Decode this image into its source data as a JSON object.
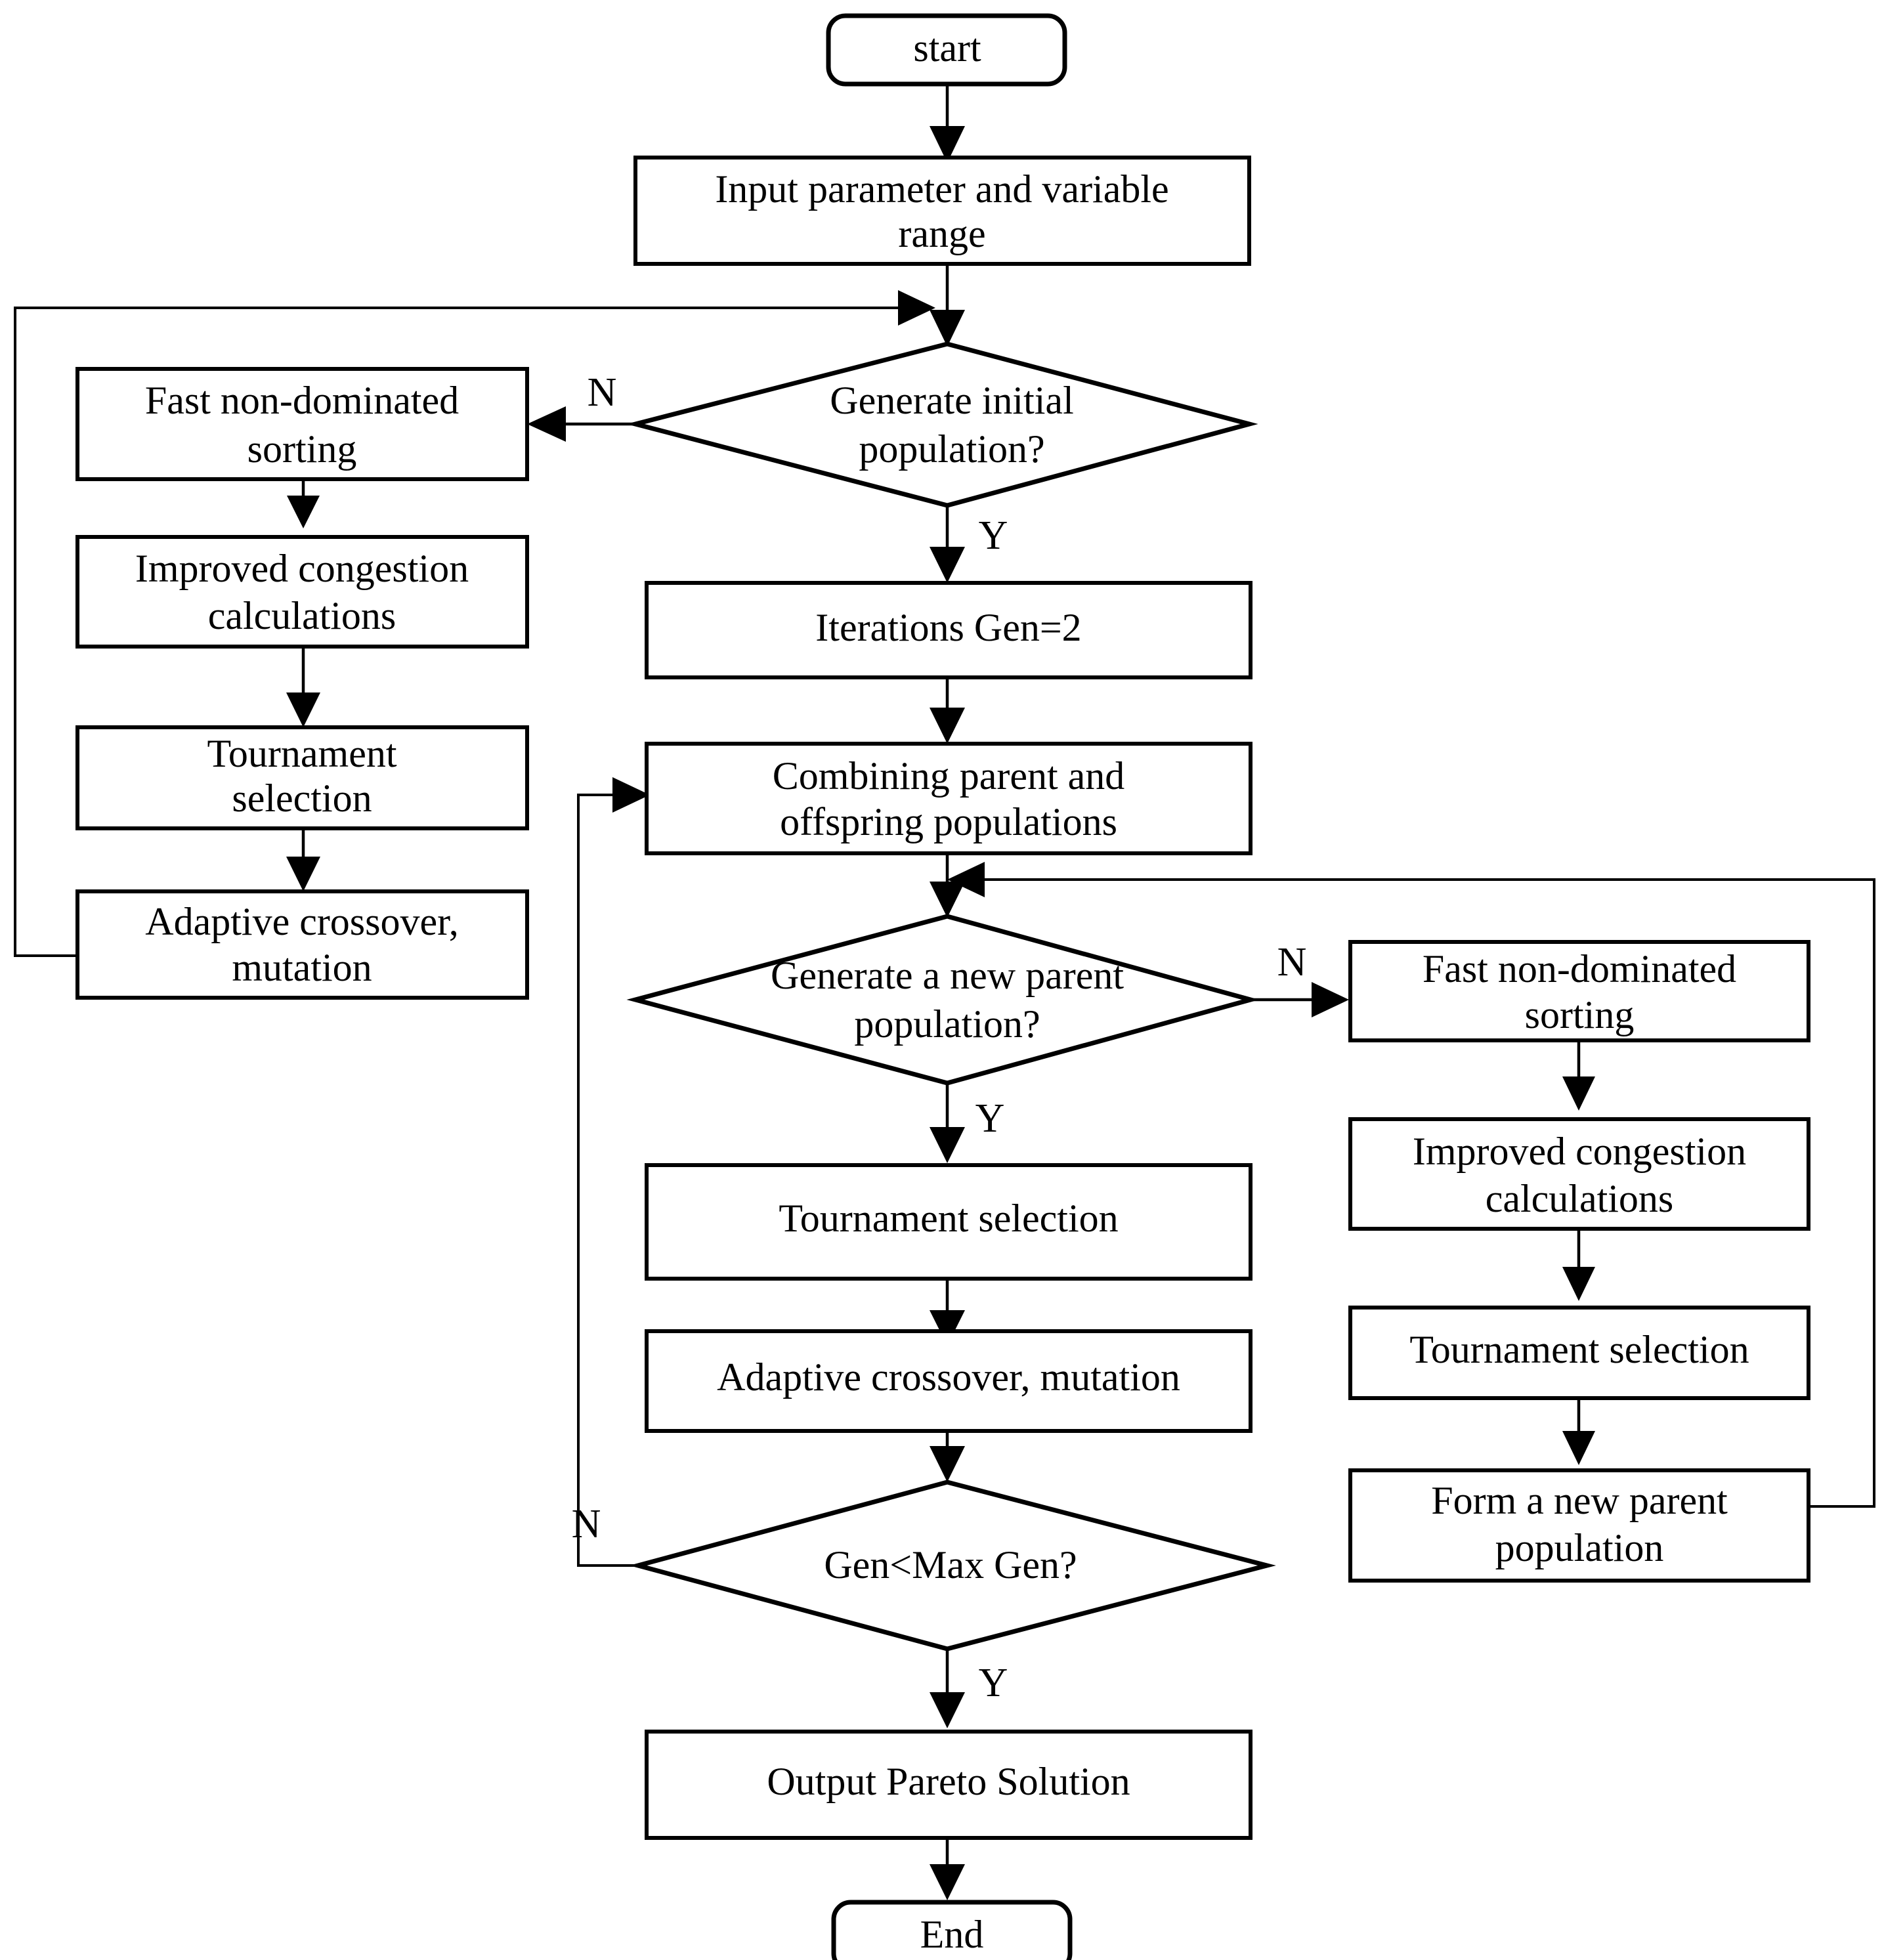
{
  "diagram": {
    "title": "NSGA-II improved multi-objective optimization flowchart",
    "type": "flowchart",
    "colors": {
      "stroke": "#000000",
      "fill": "#ffffff",
      "text": "#000000"
    },
    "nodes": {
      "start": {
        "label": "start",
        "shape": "rounded-terminator"
      },
      "input_parameters": {
        "label_line1": "Input parameter and variable",
        "label_line2": "range",
        "shape": "process"
      },
      "generate_initial_population": {
        "label_line1": "Generate initial",
        "label_line2": "population?",
        "shape": "decision"
      },
      "left_fast_sorting": {
        "label_line1": "Fast non-dominated",
        "label_line2": "sorting",
        "shape": "process"
      },
      "left_congestion": {
        "label_line1": "Improved congestion",
        "label_line2": "calculations",
        "shape": "process"
      },
      "left_tournament": {
        "label_line1": "Tournament",
        "label_line2": "selection",
        "shape": "process"
      },
      "left_crossover": {
        "label_line1": "Adaptive crossover,",
        "label_line2": "mutation",
        "shape": "process"
      },
      "iterations_gen": {
        "label": "Iterations Gen=2",
        "shape": "process"
      },
      "combining_populations": {
        "label_line1": "Combining parent and",
        "label_line2": "offspring populations",
        "shape": "process"
      },
      "generate_new_parent": {
        "label_line1": "Generate a new parent",
        "label_line2": "population?",
        "shape": "decision"
      },
      "center_tournament": {
        "label": "Tournament selection",
        "shape": "process"
      },
      "center_crossover": {
        "label": "Adaptive crossover, mutation",
        "shape": "process"
      },
      "gen_max_check": {
        "label": "Gen<Max Gen?",
        "shape": "decision"
      },
      "output_pareto": {
        "label": "Output Pareto Solution",
        "shape": "process"
      },
      "end": {
        "label": "End",
        "shape": "rounded-terminator"
      },
      "right_fast_sorting": {
        "label_line1": "Fast non-dominated",
        "label_line2": "sorting",
        "shape": "process"
      },
      "right_congestion": {
        "label_line1": "Improved congestion",
        "label_line2": "calculations",
        "shape": "process"
      },
      "right_tournament": {
        "label": "Tournament selection",
        "shape": "process"
      },
      "right_form_parent": {
        "label_line1": "Form a new parent",
        "label_line2": "population",
        "shape": "process"
      }
    },
    "branch_labels": {
      "initial_population_no": "N",
      "initial_population_yes": "Y",
      "new_parent_no": "N",
      "new_parent_yes": "Y",
      "gen_max_no": "N",
      "gen_max_yes": "Y"
    },
    "edges": [
      {
        "from": "start",
        "to": "input_parameters",
        "label": ""
      },
      {
        "from": "input_parameters",
        "to": "generate_initial_population",
        "label": ""
      },
      {
        "from": "generate_initial_population",
        "to": "left_fast_sorting",
        "label": "N"
      },
      {
        "from": "left_fast_sorting",
        "to": "left_congestion",
        "label": ""
      },
      {
        "from": "left_congestion",
        "to": "left_tournament",
        "label": ""
      },
      {
        "from": "left_tournament",
        "to": "left_crossover",
        "label": ""
      },
      {
        "from": "left_crossover",
        "to": "generate_initial_population",
        "label": ""
      },
      {
        "from": "generate_initial_population",
        "to": "iterations_gen",
        "label": "Y"
      },
      {
        "from": "iterations_gen",
        "to": "combining_populations",
        "label": ""
      },
      {
        "from": "combining_populations",
        "to": "generate_new_parent",
        "label": ""
      },
      {
        "from": "generate_new_parent",
        "to": "right_fast_sorting",
        "label": "N"
      },
      {
        "from": "right_fast_sorting",
        "to": "right_congestion",
        "label": ""
      },
      {
        "from": "right_congestion",
        "to": "right_tournament",
        "label": ""
      },
      {
        "from": "right_tournament",
        "to": "right_form_parent",
        "label": ""
      },
      {
        "from": "right_form_parent",
        "to": "generate_new_parent",
        "label": ""
      },
      {
        "from": "generate_new_parent",
        "to": "center_tournament",
        "label": "Y"
      },
      {
        "from": "center_tournament",
        "to": "center_crossover",
        "label": ""
      },
      {
        "from": "center_crossover",
        "to": "gen_max_check",
        "label": ""
      },
      {
        "from": "gen_max_check",
        "to": "combining_populations",
        "label": "N"
      },
      {
        "from": "gen_max_check",
        "to": "output_pareto",
        "label": "Y"
      },
      {
        "from": "output_pareto",
        "to": "end",
        "label": ""
      }
    ]
  }
}
